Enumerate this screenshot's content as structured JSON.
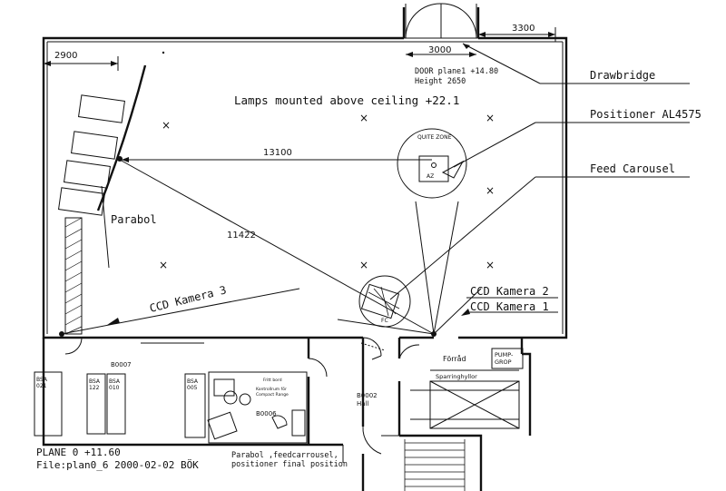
{
  "plan": {
    "dim_left": "2900",
    "dim_door": "3000",
    "dim_right": "3300",
    "door_note_1": "DOOR plane1 +14.80",
    "door_note_2": "Height 2650",
    "lamps_note": "Lamps mounted above ceiling +22.1",
    "quite_zone": "QUITE ZONE",
    "az": "AZ",
    "fc": "FC",
    "dim_13100": "13100",
    "dim_11422": "11422",
    "parabol": "Parabol",
    "ccd3": "CCD Kamera 3"
  },
  "callouts": {
    "drawbridge": "Drawbridge",
    "positioner": "Positioner AL4575",
    "feed_carousel": "Feed Carousel",
    "ccd2": "CCD Kamera 2",
    "ccd1": "CCD Kamera 1"
  },
  "rooms": {
    "b0007": "B0007",
    "b0006": "B0006",
    "b0002_a": "B0002",
    "b0002_b": "Hall",
    "forrad": "Förråd",
    "pump_1": "PUMP-",
    "pump_2": "GROP",
    "sparring": "Sparringhyllor",
    "bsa021_a": "BSA",
    "bsa021_b": "021",
    "bsa122_a": "BSA",
    "bsa122_b": "122",
    "bsa010_a": "BSA",
    "bsa010_b": "010",
    "bsa005_a": "BSA",
    "bsa005_b": "005",
    "fritt": "Fritt bord",
    "kontroll_1": "Kontrollrum för",
    "kontroll_2": "Compact Range"
  },
  "footer": {
    "plane": "PLANE 0  +11.60",
    "file": "File:plan0_6  2000-02-02  BÖK",
    "note_1": "Parabol ,feedcarrousel,",
    "note_2": "positioner final position"
  }
}
